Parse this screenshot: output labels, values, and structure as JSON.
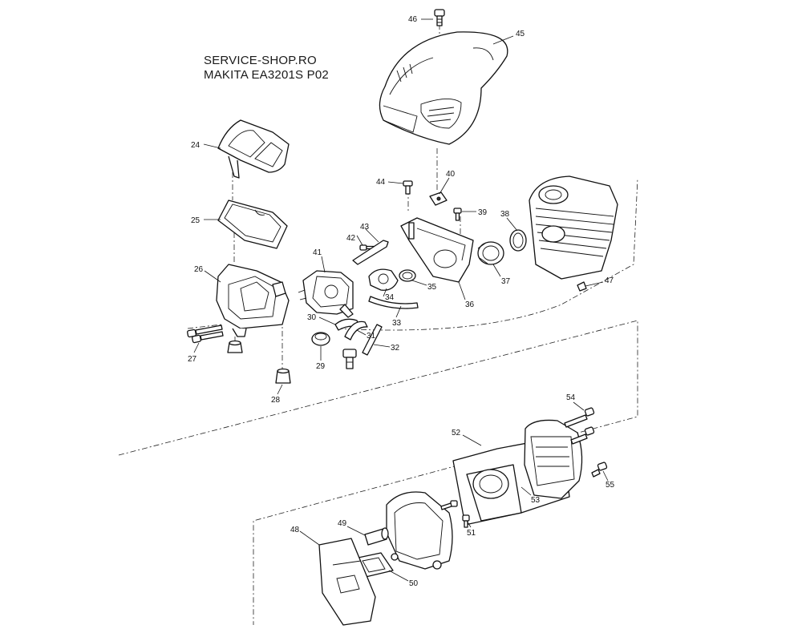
{
  "header": {
    "line1": "SERVICE-SHOP.RO",
    "line2": "MAKITA EA3201S P02"
  },
  "callouts": [
    "24",
    "25",
    "26",
    "27",
    "28",
    "29",
    "30",
    "31",
    "32",
    "33",
    "34",
    "35",
    "36",
    "37",
    "38",
    "39",
    "40",
    "41",
    "42",
    "43",
    "44",
    "45",
    "46",
    "47",
    "48",
    "49",
    "50",
    "51",
    "52",
    "53",
    "54",
    "55"
  ]
}
